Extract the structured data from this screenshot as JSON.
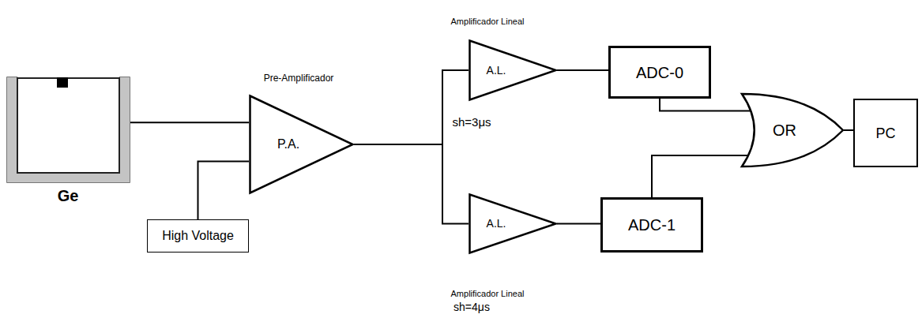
{
  "diagram": {
    "nodes": [
      {
        "text": [
          "Ge"
        ]
      },
      {
        "text": [
          "Pre-Amplificador",
          "P.A."
        ]
      },
      {
        "text": [
          "High Voltage"
        ]
      },
      {
        "text": [
          "Amplificador Lineal",
          "A.L."
        ]
      },
      {
        "text": [
          "Amplificador Lineal",
          "A.L."
        ]
      },
      {
        "text": [
          "ADC-0"
        ]
      },
      {
        "text": [
          "ADC-1"
        ]
      },
      {
        "text": [
          "OR"
        ]
      },
      {
        "text": [
          "PC"
        ]
      }
    ],
    "edges": [
      {
        "from": 0,
        "to": 1,
        "arrow": "none"
      },
      {
        "from": 2,
        "to": 1,
        "arrow": "none"
      },
      {
        "from": 1,
        "to": 3,
        "arrow": "none"
      },
      {
        "from": 1,
        "to": 4,
        "arrow": "none"
      },
      {
        "from": 3,
        "to": 5,
        "arrow": "none"
      },
      {
        "from": 4,
        "to": 6,
        "arrow": "none"
      },
      {
        "from": 5,
        "to": 7,
        "arrow": "none"
      },
      {
        "from": 6,
        "to": 7,
        "arrow": "none"
      },
      {
        "from": 7,
        "to": 8,
        "arrow": "none"
      }
    ],
    "labels": [
      "sh=3μs",
      "sh=4μs"
    ]
  }
}
